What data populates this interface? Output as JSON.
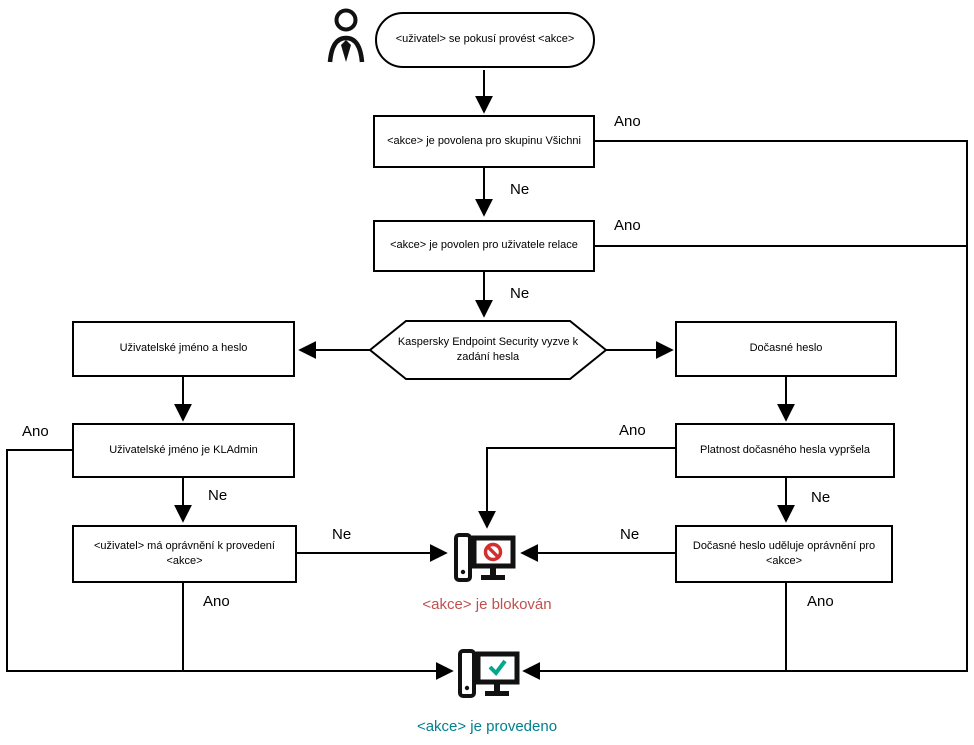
{
  "diagram": {
    "start_node": {
      "label": "<uživatel> se pokusí provést <akce>"
    },
    "nodes": {
      "action_allowed_everyone": "<akce> je povolena pro skupinu Všichni",
      "action_allowed_session_user": "<akce> je povolen pro uživatele relace",
      "kes_password_prompt": "Kaspersky Endpoint Security vyzve k zadání hesla",
      "username_and_password": "Uživatelské jméno a heslo",
      "username_is_kladmin": "Uživatelské jméno je KLAdmin",
      "user_has_permission": "<uživatel> má oprávnění k provedení <akce>",
      "temporary_password": "Dočasné heslo",
      "temporary_password_expired": "Platnost dočasného hesla vypršela",
      "temporary_password_grants": "Dočasné heslo uděluje oprávnění pro <akce>"
    },
    "edge_labels": {
      "yes": "Ano",
      "no": "Ne"
    },
    "outcomes": {
      "blocked": "<akce> je blokován",
      "executed": "<akce> je provedeno"
    },
    "icons": [
      "user-icon",
      "computer-blocked-icon",
      "computer-success-icon"
    ],
    "colors": {
      "background": "#ffffff",
      "line": "#000000",
      "box_border": "#000000",
      "blocked_text": "#c0504d",
      "executed_text": "#00818f",
      "prohibition_sign": "#d32f2f",
      "success_check": "#00a88e"
    }
  }
}
